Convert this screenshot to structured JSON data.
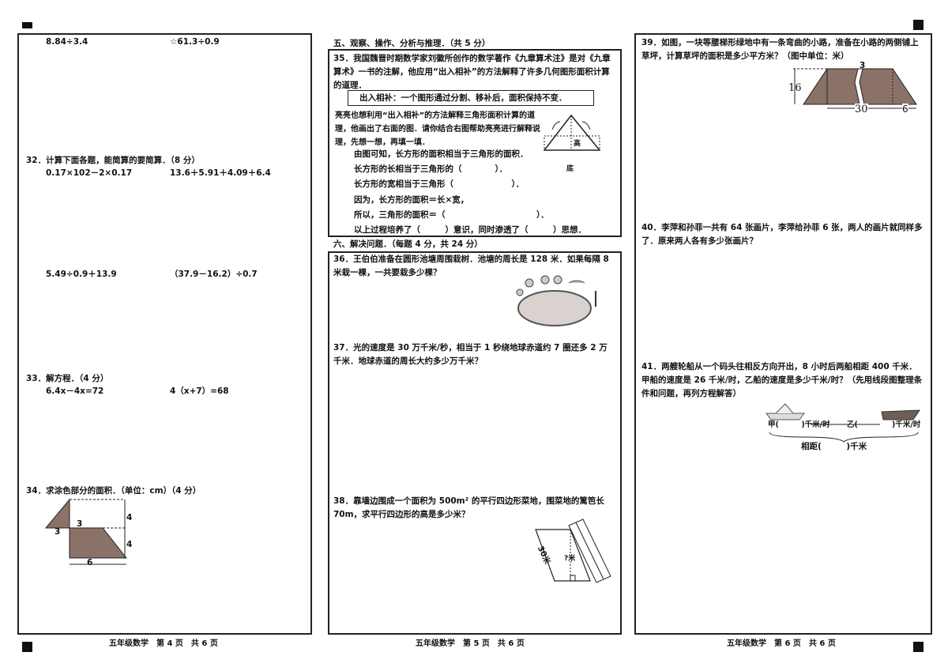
{
  "page4": {
    "expr_top": [
      "8.84÷3.4",
      "☆61.3÷0.9"
    ],
    "q32": {
      "title": "32．计算下面各题，能简算的要简算．（8 分）",
      "items": [
        "0.17×102－2×0.17",
        "13.6＋5.91＋4.09＋6.4",
        "5.49÷0.9＋13.9",
        "（37.9－16.2）÷0.7"
      ]
    },
    "q33": {
      "title": "33．解方程．（4 分）",
      "items": [
        "6.4x－4x=72",
        "4（x+7）=68"
      ]
    },
    "q34": {
      "title": "34．求涂色部分的面积．（单位：cm）（4 分）",
      "labels": [
        "3",
        "3",
        "4",
        "4",
        "6"
      ]
    },
    "footer": "五年级数学　第 4 页　共 6 页"
  },
  "page5": {
    "section5": "五、观察、操作、分析与推理．（共 5 分）",
    "q35": {
      "intro": "35．我国魏晋时期数学家刘徽所创作的数学著作《九章算术注》是对《九章算术》一书的注解，他应用“出入相补”的方法解释了许多几何图形面积计算的道理．",
      "rule": "出入相补：一个图形通过分割、移补后，面积保持不变．",
      "para": "亮亮也想利用“出入相补”的方法解释三角形面积计算的道理，他画出了右面的图．请你结合右图帮助亮亮进行解释说理，先想一想，再填一填．",
      "lines": [
        "由图可知，长方形的面积相当于三角形的面积．",
        "长方形的长相当于三角形的（　　　　）．",
        "长方形的宽相当于三角形（　　　　　　　）．",
        "因为，长方形的面积＝长×宽，",
        "所以，三角形的面积＝（　　　　　　　　　　　）．",
        "以上过程培养了（　　　）意识，同时渗透了（　　　）思想．"
      ],
      "fig_labels": [
        "高",
        "底"
      ]
    },
    "section6": "六、解决问题．（每题 4 分，共 24 分）",
    "q36": "36．王伯伯准备在圆形池塘周围栽树．池塘的周长是 128 米．如果每隔 8 米栽一棵，一共要栽多少棵？",
    "q37": "37．光的速度是 30 万千米/秒，相当于 1 秒绕地球赤道约 7 圈还多 2 万千米．地球赤道的周长大约多少万千米？",
    "q38": {
      "text": "38．靠墙边围成一个面积为 500m² 的平行四边形菜地，围菜地的篱笆长 70m，求平行四边形的高是多少米？",
      "labels": [
        "30米",
        "?米"
      ]
    },
    "footer": "五年级数学　第 5 页　共 6 页"
  },
  "page6": {
    "q39": {
      "text": "39．如图，一块等腰梯形绿地中有一条弯曲的小路，准备在小路的两侧铺上草坪，计算草坪的面积是多少平方米？（图中单位：米）",
      "labels": [
        "3",
        "16",
        "30",
        "6"
      ]
    },
    "q40": "40．李萍和孙菲一共有 64 张画片，李萍给孙菲 6 张，两人的画片就同样多了．原来两人各有多少张画片？",
    "q41": {
      "text": "41．两艘轮船从一个码头往相反方向开出，8 小时后两船相距 400 千米．甲船的速度是 26 千米/时，乙船的速度是多少千米/时？（先用线段图整理条件和问题，再列方程解答）",
      "labels": [
        "甲(　　　)千米/时",
        "乙(",
        "　　)千米/时",
        "相距(　　　)千米"
      ]
    },
    "footer": "五年级数学　第 6 页　共 6 页"
  },
  "colors": {
    "shade": "#8a7268",
    "border": "#222222"
  }
}
